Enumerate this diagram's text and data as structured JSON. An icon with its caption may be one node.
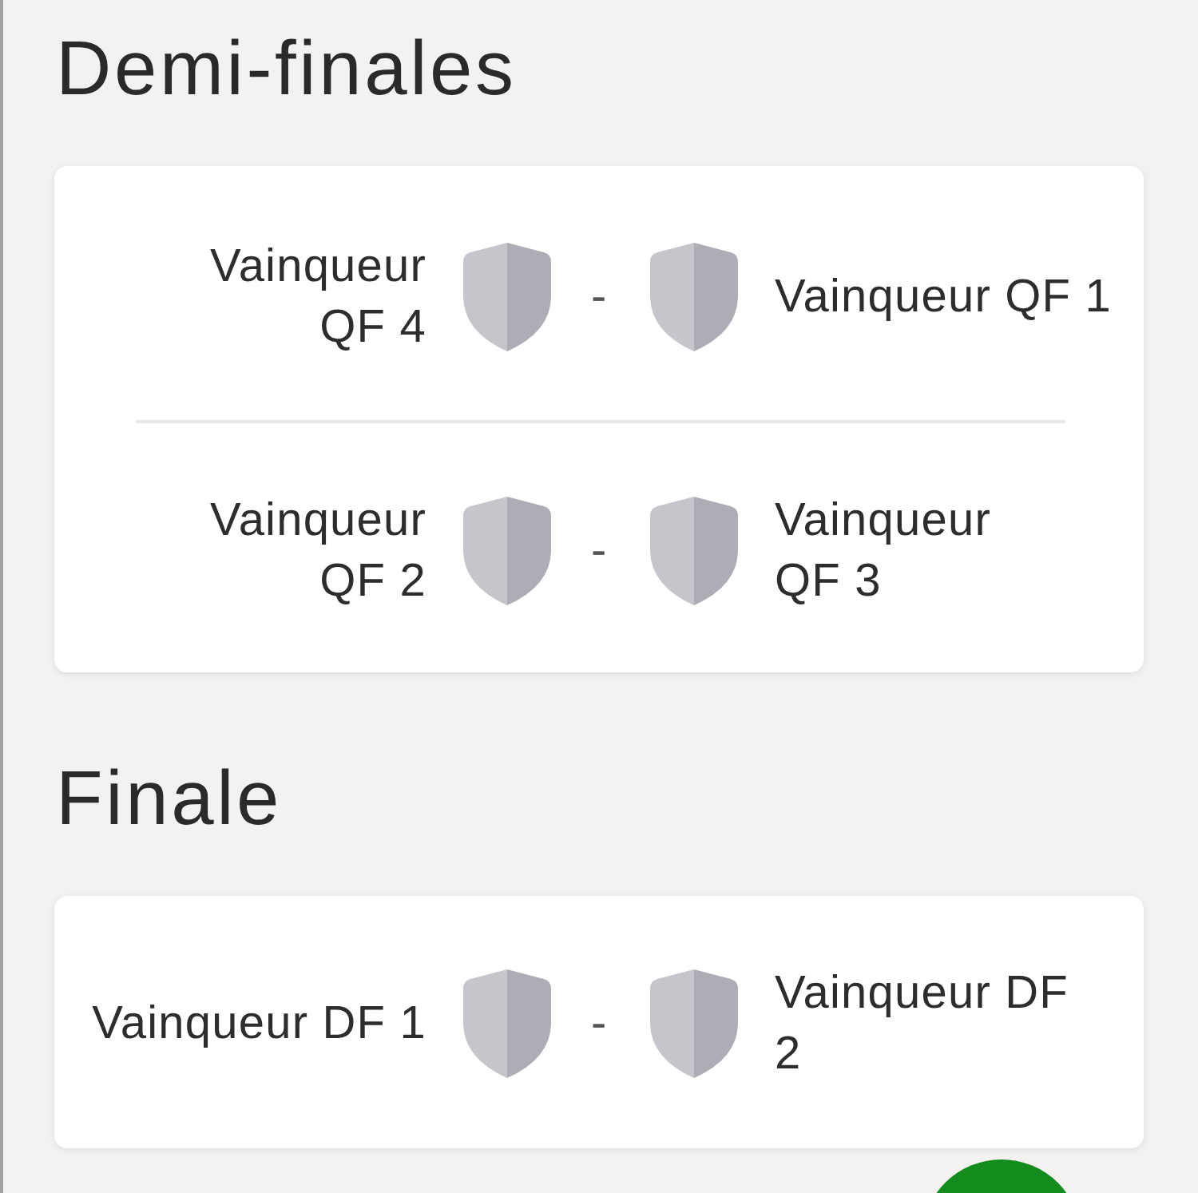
{
  "diagram": {
    "nodes": [
      {
        "text": [
          "Demi-finales"
        ]
      },
      {
        "text": [
          "Vainqueur QF 4",
          "-",
          "Vainqueur QF 1"
        ],
        "in": 0
      },
      {
        "text": [
          "Vainqueur QF 2",
          "-",
          "Vainqueur QF 3"
        ],
        "in": 0
      },
      {
        "text": [
          "Finale"
        ]
      },
      {
        "text": [
          "Vainqueur DF 1",
          "-",
          "Vainqueur DF 2"
        ],
        "in": 3
      }
    ]
  }
}
